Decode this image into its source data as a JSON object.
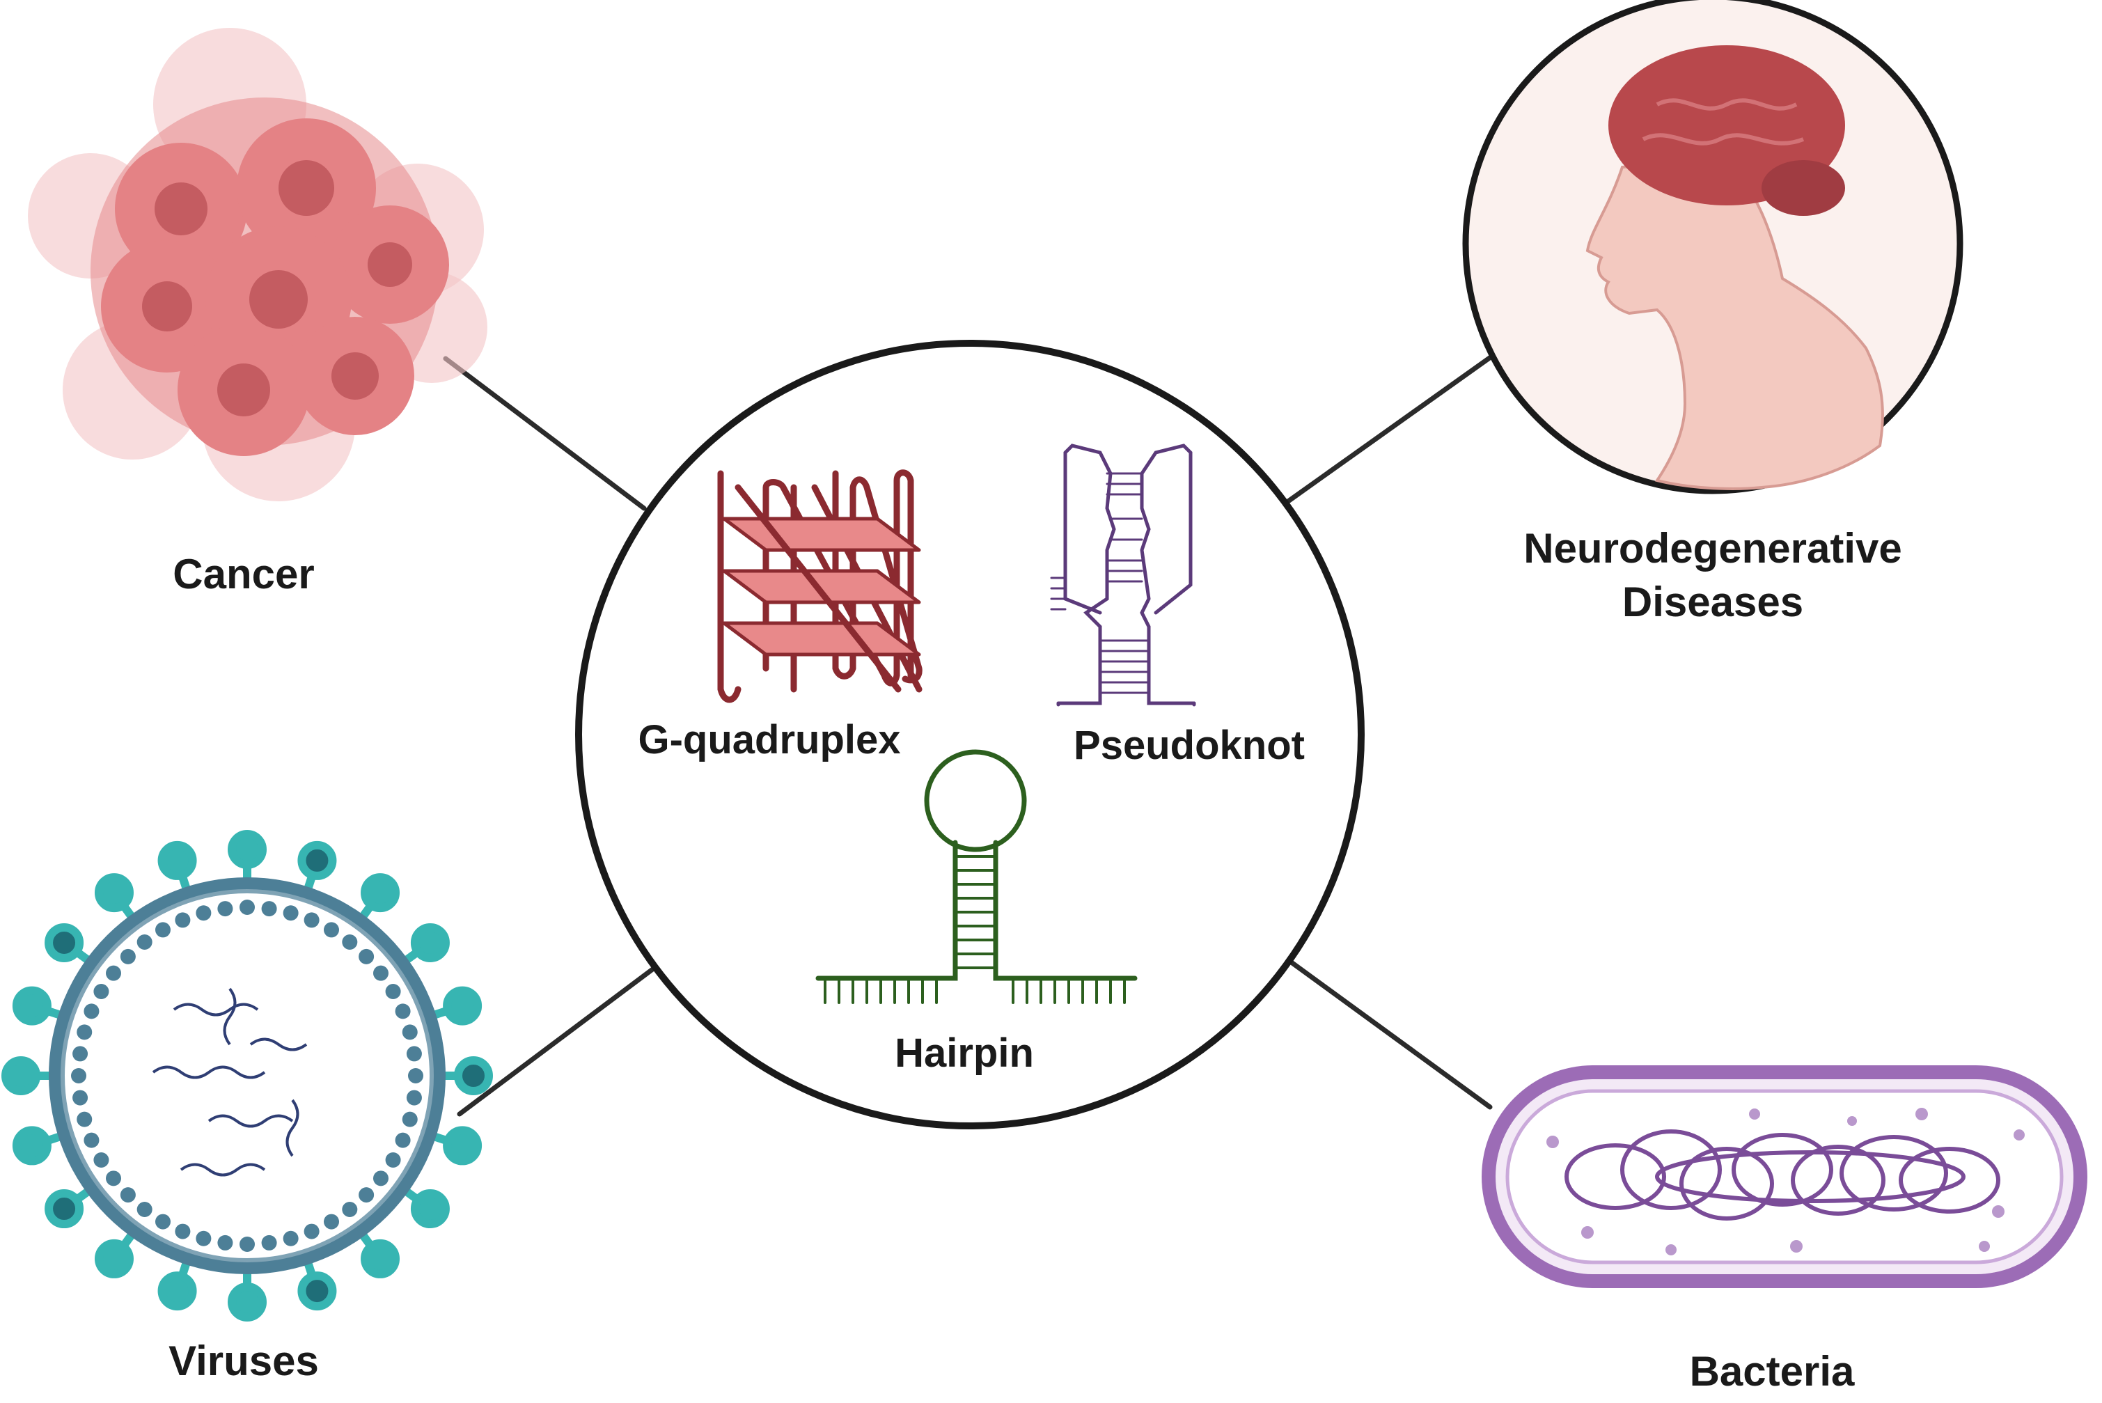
{
  "center": {
    "structures": {
      "gquad": "G-quadruplex",
      "pseudoknot": "Pseudoknot",
      "hairpin": "Hairpin"
    }
  },
  "diseases": {
    "cancer": "Cancer",
    "neuro_line1": "Neurodegenerative",
    "neuro_line2": "Diseases",
    "viruses": "Viruses",
    "bacteria": "Bacteria"
  },
  "colors": {
    "line": "#2b2b2b",
    "gquad": "#8b2a30",
    "gquad_plate": "#e8898a",
    "pseudoknot": "#5b3a7a",
    "hairpin": "#2c5f1e",
    "cancer": "#e58a8d",
    "brain": "#b8484c",
    "skin": "#f6dcd2",
    "virus": "#37b5b2",
    "virus_dark": "#1f6e78",
    "bacteria": "#9c6cb6"
  }
}
